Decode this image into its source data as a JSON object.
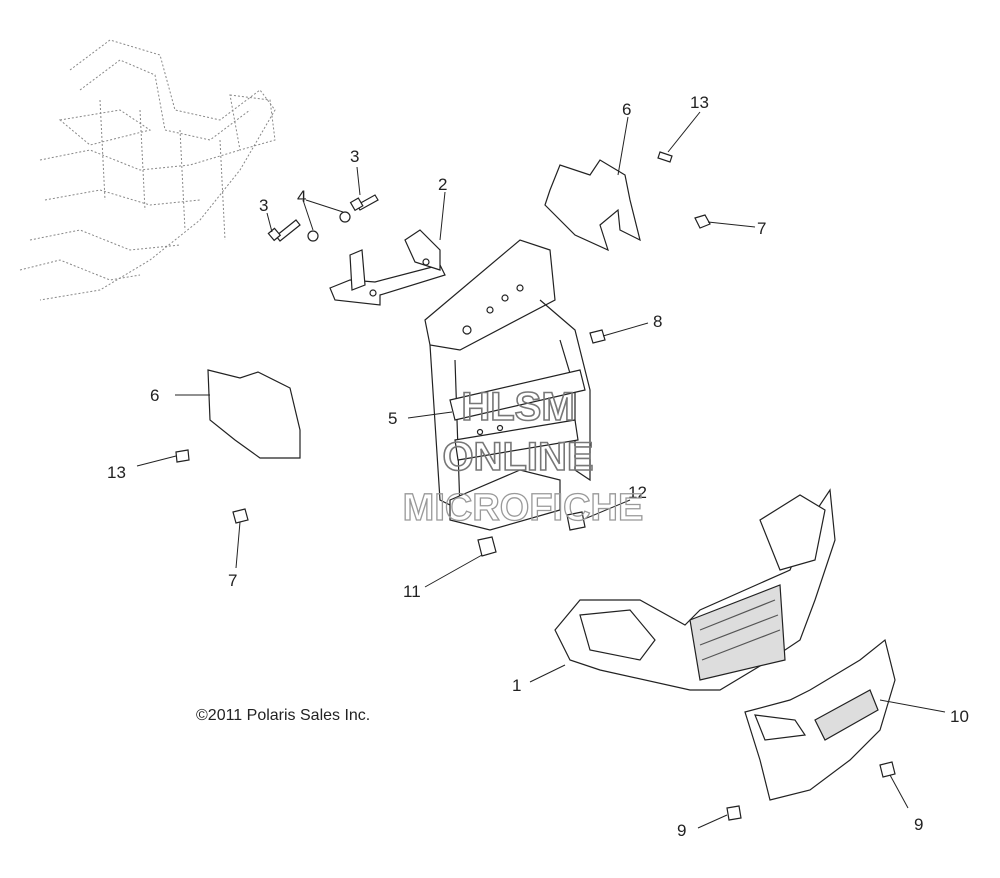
{
  "callouts": [
    "1",
    "2",
    "3",
    "3",
    "4",
    "5",
    "6",
    "6",
    "7",
    "7",
    "8",
    "9",
    "9",
    "10",
    "11",
    "12",
    "13",
    "13"
  ],
  "copyright": "©2011 Polaris Sales Inc.",
  "watermark": {
    "line1": "HLSM",
    "line2": "ONLINE",
    "line3": "MICROFICHE"
  }
}
